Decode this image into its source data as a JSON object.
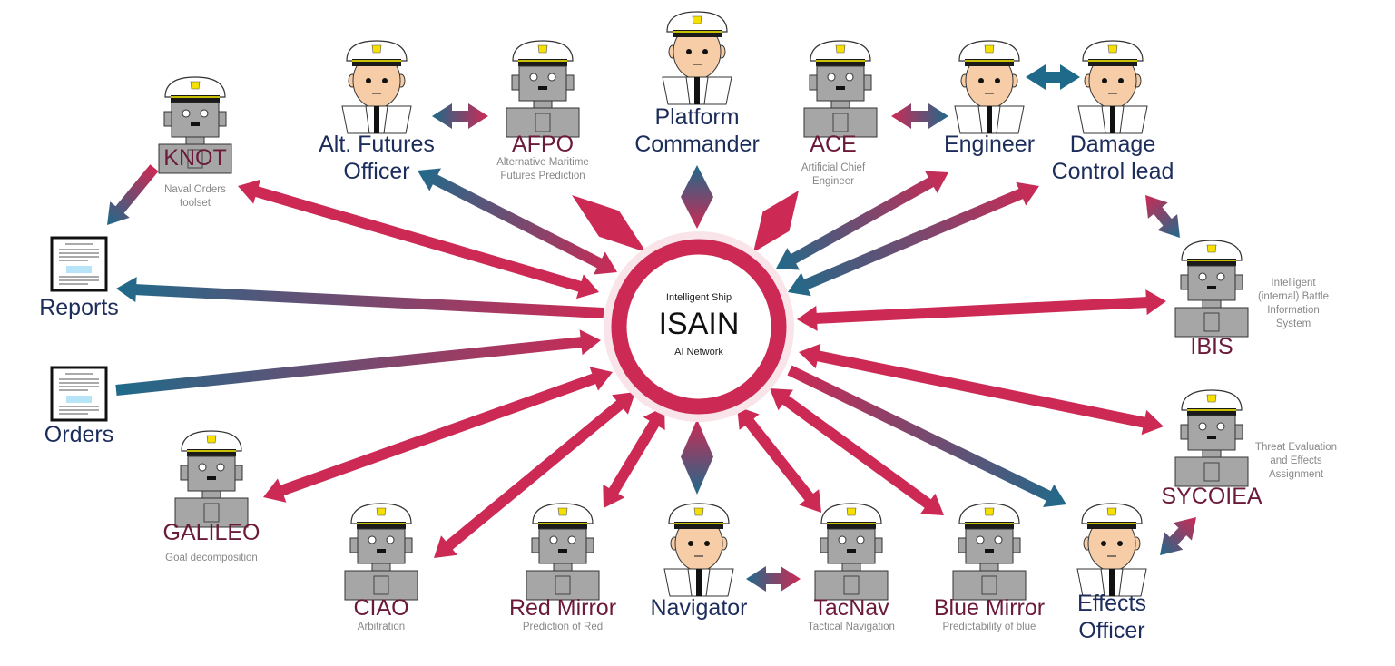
{
  "colors": {
    "crimson": "#cc2a55",
    "teal": "#1f6a8a",
    "ai_name": "#6b1a3a",
    "human_name": "#1c2d5c",
    "subtext": "#888888",
    "robot_grey": "#a6a6a6",
    "skin": "#f7cda8",
    "hat_badge": "#f5e000"
  },
  "core": {
    "top": "Intelligent Ship",
    "title": "ISAIN",
    "bottom": "AI Network"
  },
  "nodes": [
    {
      "id": "knot",
      "kind": "robot",
      "name": "KNOT",
      "sub": [
        "Naval Orders",
        "toolset"
      ]
    },
    {
      "id": "alt_futures",
      "kind": "human",
      "name": [
        "Alt. Futures",
        "Officer"
      ]
    },
    {
      "id": "afpo",
      "kind": "robot",
      "name": "AFPO",
      "sub": [
        "Alternative Maritime",
        "Futures Prediction"
      ]
    },
    {
      "id": "platform_commander",
      "kind": "human",
      "name": [
        "Platform",
        "Commander"
      ]
    },
    {
      "id": "ace",
      "kind": "robot",
      "name": "ACE",
      "sub": [
        "Artificial Chief",
        "Engineer"
      ]
    },
    {
      "id": "engineer",
      "kind": "human",
      "name": [
        "Engineer"
      ]
    },
    {
      "id": "damage_control",
      "kind": "human",
      "name": [
        "Damage",
        "Control lead"
      ]
    },
    {
      "id": "ibis",
      "kind": "robot",
      "name": "IBIS",
      "sub": [
        "Intelligent",
        "(internal) Battle",
        "Information",
        "System"
      ]
    },
    {
      "id": "sycoiea",
      "kind": "robot",
      "name": "SYCOIEA",
      "sub": [
        "Threat Evaluation",
        "and Effects",
        "Assignment"
      ]
    },
    {
      "id": "effects_officer",
      "kind": "human",
      "name": [
        "Effects",
        "Officer"
      ]
    },
    {
      "id": "blue_mirror",
      "kind": "robot",
      "name": "Blue Mirror",
      "sub": [
        "Predictability of blue"
      ]
    },
    {
      "id": "tacnav",
      "kind": "robot",
      "name": "TacNav",
      "sub": [
        "Tactical Navigation"
      ]
    },
    {
      "id": "navigator",
      "kind": "human",
      "name": [
        "Navigator"
      ]
    },
    {
      "id": "red_mirror",
      "kind": "robot",
      "name": "Red Mirror",
      "sub": [
        "Prediction of Red"
      ]
    },
    {
      "id": "ciao",
      "kind": "robot",
      "name": "CIAO",
      "sub": [
        "Arbitration"
      ]
    },
    {
      "id": "galileo",
      "kind": "robot",
      "name": "GALILEO",
      "sub": [
        "Goal decomposition"
      ]
    },
    {
      "id": "reports",
      "kind": "document",
      "name": [
        "Reports"
      ]
    },
    {
      "id": "orders",
      "kind": "document",
      "name": [
        "Orders"
      ]
    }
  ],
  "connections": [
    {
      "from": "knot",
      "to": "core",
      "type": "double"
    },
    {
      "from": "knot",
      "to": "reports",
      "type": "single"
    },
    {
      "from": "alt_futures",
      "to": "core",
      "type": "double"
    },
    {
      "from": "alt_futures",
      "to": "afpo",
      "type": "double"
    },
    {
      "from": "afpo",
      "to": "core",
      "type": "diamond"
    },
    {
      "from": "platform_commander",
      "to": "core",
      "type": "diamond"
    },
    {
      "from": "ace",
      "to": "core",
      "type": "diamond"
    },
    {
      "from": "ace",
      "to": "engineer",
      "type": "double"
    },
    {
      "from": "engineer",
      "to": "core",
      "type": "double"
    },
    {
      "from": "engineer",
      "to": "damage_control",
      "type": "double"
    },
    {
      "from": "damage_control",
      "to": "core",
      "type": "double"
    },
    {
      "from": "damage_control",
      "to": "ibis",
      "type": "double"
    },
    {
      "from": "ibis",
      "to": "core",
      "type": "double"
    },
    {
      "from": "sycoiea",
      "to": "core",
      "type": "double"
    },
    {
      "from": "sycoiea",
      "to": "effects_officer",
      "type": "double"
    },
    {
      "from": "core",
      "to": "effects_officer",
      "type": "single"
    },
    {
      "from": "blue_mirror",
      "to": "core",
      "type": "double"
    },
    {
      "from": "tacnav",
      "to": "core",
      "type": "double"
    },
    {
      "from": "tacnav",
      "to": "navigator",
      "type": "double"
    },
    {
      "from": "navigator",
      "to": "core",
      "type": "diamond"
    },
    {
      "from": "red_mirror",
      "to": "core",
      "type": "double"
    },
    {
      "from": "ciao",
      "to": "core",
      "type": "double"
    },
    {
      "from": "galileo",
      "to": "core",
      "type": "double"
    },
    {
      "from": "core",
      "to": "reports",
      "type": "single"
    },
    {
      "from": "orders",
      "to": "core",
      "type": "single"
    }
  ]
}
